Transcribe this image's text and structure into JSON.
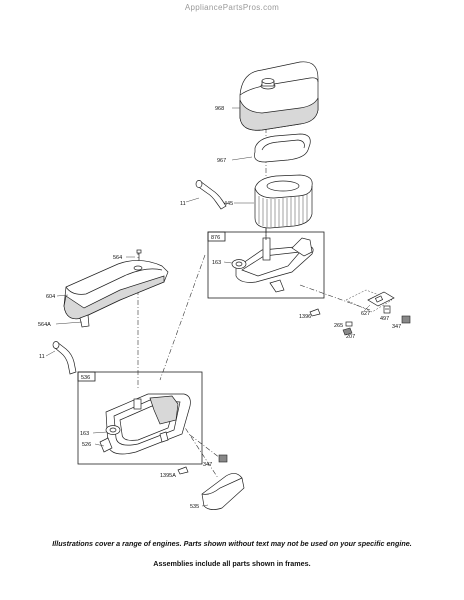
{
  "watermark": "AppliancePartsPros.com",
  "caption": {
    "line1": "Illustrations cover a range of engines. Parts shown without text may not be used on your specific engine.",
    "line2": "Assemblies include all parts shown in frames."
  },
  "parts": {
    "p968": "968",
    "p967": "967",
    "p445": "445",
    "p11a": "11",
    "p876": "876",
    "p163a": "163",
    "p1396": "1396",
    "p627": "627",
    "p265": "265",
    "p207": "207",
    "p497": "497",
    "p347a": "347",
    "p564": "564",
    "p604": "604",
    "p564A": "564A",
    "p11b": "11",
    "p536": "536",
    "p163b": "163",
    "p526": "526",
    "p347b": "347",
    "p1395A": "1395A",
    "p535": "535"
  }
}
